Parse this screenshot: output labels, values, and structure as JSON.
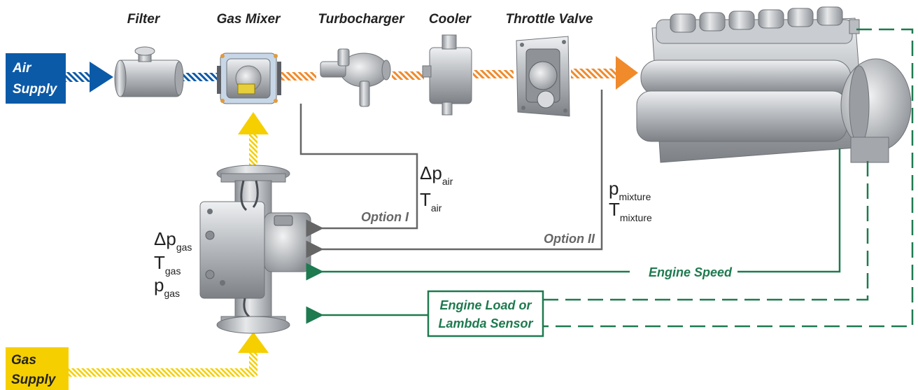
{
  "components": {
    "filter": "Filter",
    "gas_mixer": "Gas Mixer",
    "turbocharger": "Turbocharger",
    "cooler": "Cooler",
    "throttle_valve": "Throttle Valve"
  },
  "supplies": {
    "air": [
      "Air",
      "Supply"
    ],
    "gas": [
      "Gas",
      "Supply"
    ]
  },
  "options": {
    "option1": "Option I",
    "option2": "Option II"
  },
  "signals": {
    "engine_speed": "Engine Speed",
    "engine_load": [
      "Engine Load or",
      "Lambda Sensor"
    ]
  },
  "measurements": {
    "air": [
      {
        "symbol": "Δp",
        "subscript": "air"
      },
      {
        "symbol": "T",
        "subscript": "air"
      }
    ],
    "mixture": [
      {
        "symbol": "p",
        "subscript": "mixture"
      },
      {
        "symbol": "T",
        "subscript": "mixture"
      }
    ],
    "gas": [
      {
        "symbol": "Δp",
        "subscript": "gas"
      },
      {
        "symbol": "T",
        "subscript": "gas"
      },
      {
        "symbol": "p",
        "subscript": "gas"
      }
    ]
  },
  "colors": {
    "air": "#0b5aa8",
    "mixture": "#f08a2b",
    "gas": "#f5cf00",
    "signal": "#1e7a4f",
    "measurement_line": "#666666",
    "metal": "#b9bcc0"
  }
}
